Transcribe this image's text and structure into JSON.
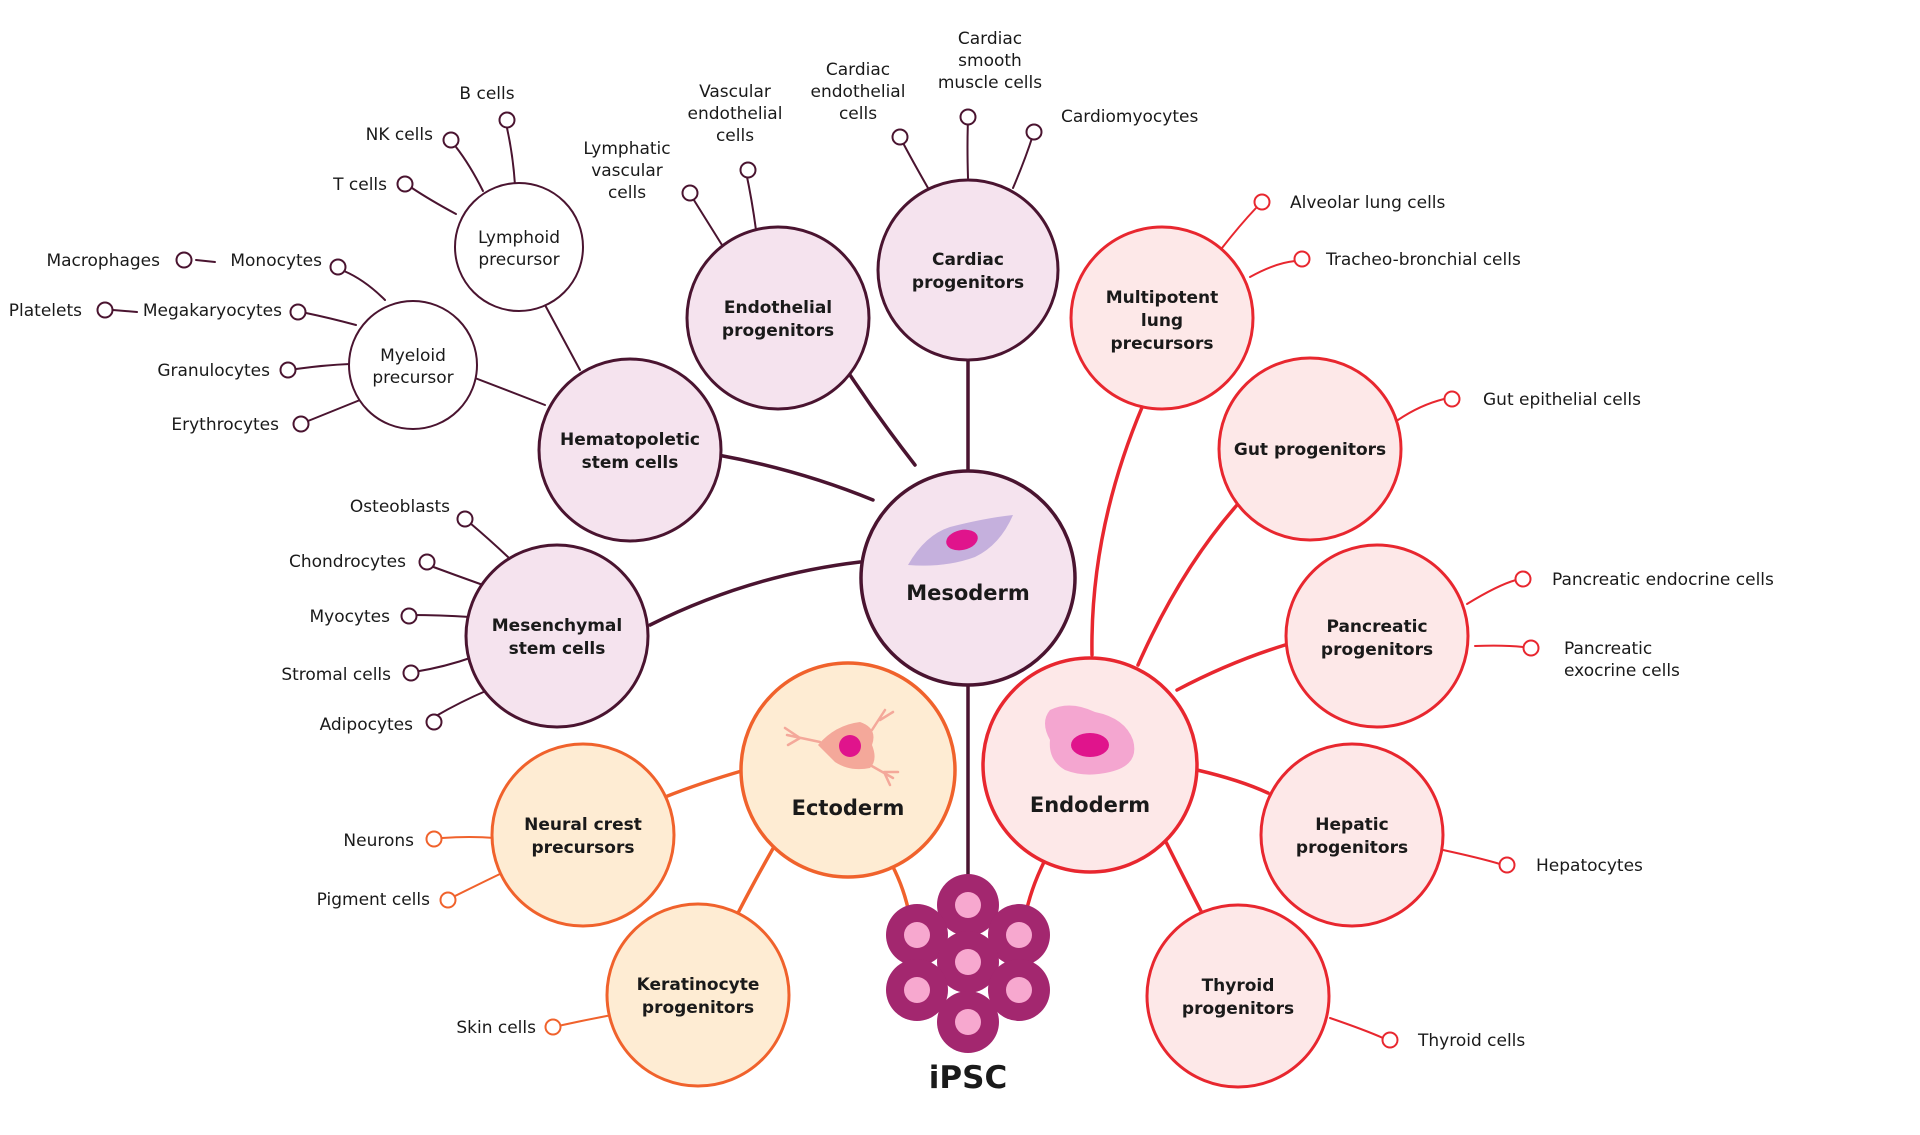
{
  "colors": {
    "mesoderm_stroke": "#4a1430",
    "mesoderm_fill": "#f5e3ee",
    "endoderm_stroke": "#e8272f",
    "endoderm_fill": "#fde8e8",
    "ectoderm_stroke": "#f0622c",
    "ectoderm_fill": "#feecd3",
    "ipsc_outer": "#a3276f",
    "ipsc_inner": "#f7a8cf",
    "label_text": "#1a1a1a"
  },
  "root": {
    "label": "iPSC"
  },
  "germ_layers": {
    "mesoderm": {
      "label": "Mesoderm",
      "icon": "mesoderm-cell-icon"
    },
    "endoderm": {
      "label": "Endoderm",
      "icon": "endoderm-cell-icon"
    },
    "ectoderm": {
      "label": "Ectoderm",
      "icon": "ectoderm-cell-icon"
    }
  },
  "nodes": {
    "hematopoietic": {
      "line1": "Hematopoletic",
      "line2": "stem cells"
    },
    "endothelial": {
      "line1": "Endothelial",
      "line2": "progenitors"
    },
    "cardiac": {
      "line1": "Cardiac",
      "line2": "progenitors"
    },
    "mesenchymal": {
      "line1": "Mesenchymal",
      "line2": "stem cells"
    },
    "lymphoid": {
      "line1": "Lymphoid",
      "line2": "precursor"
    },
    "myeloid": {
      "line1": "Myeloid",
      "line2": "precursor"
    },
    "lung": {
      "line1": "Multipotent",
      "line2": "lung",
      "line3": "precursors"
    },
    "gut": {
      "line1": "Gut progenitors"
    },
    "pancreatic": {
      "line1": "Pancreatic",
      "line2": "progenitors"
    },
    "hepatic": {
      "line1": "Hepatic",
      "line2": "progenitors"
    },
    "thyroid": {
      "line1": "Thyroid",
      "line2": "progenitors"
    },
    "neural_crest": {
      "line1": "Neural crest",
      "line2": "precursors"
    },
    "keratinocyte": {
      "line1": "Keratinocyte",
      "line2": "progenitors"
    }
  },
  "leaves": {
    "b_cells": "B cells",
    "nk_cells": "NK cells",
    "t_cells": "T cells",
    "macrophages": "Macrophages",
    "monocytes": "Monocytes",
    "platelets": "Platelets",
    "megakaryocytes": "Megakaryocytes",
    "granulocytes": "Granulocytes",
    "erythrocytes": "Erythrocytes",
    "lymphatic": {
      "line1": "Lymphatic",
      "line2": "vascular",
      "line3": "cells"
    },
    "vascular": {
      "line1": "Vascular",
      "line2": "endothelial",
      "line3": "cells"
    },
    "cardiac_endo": {
      "line1": "Cardiac",
      "line2": "endothelial",
      "line3": "cells"
    },
    "cardiac_smooth": {
      "line1": "Cardiac",
      "line2": "smooth",
      "line3": "muscle cells"
    },
    "cardiomyocytes": "Cardiomyocytes",
    "osteoblasts": "Osteoblasts",
    "chondrocytes": "Chondrocytes",
    "myocytes": "Myocytes",
    "stromal": "Stromal cells",
    "adipocytes": "Adipocytes",
    "alveolar": "Alveolar lung cells",
    "tracheo": "Tracheo-bronchial cells",
    "gut_epithelial": "Gut epithelial cells",
    "pancreatic_endocrine": "Pancreatic endocrine cells",
    "pancreatic_exocrine": {
      "line1": "Pancreatic",
      "line2": "exocrine cells"
    },
    "hepatocytes": "Hepatocytes",
    "thyroid_cells": "Thyroid cells",
    "neurons": "Neurons",
    "pigment": "Pigment cells",
    "skin": "Skin cells"
  }
}
